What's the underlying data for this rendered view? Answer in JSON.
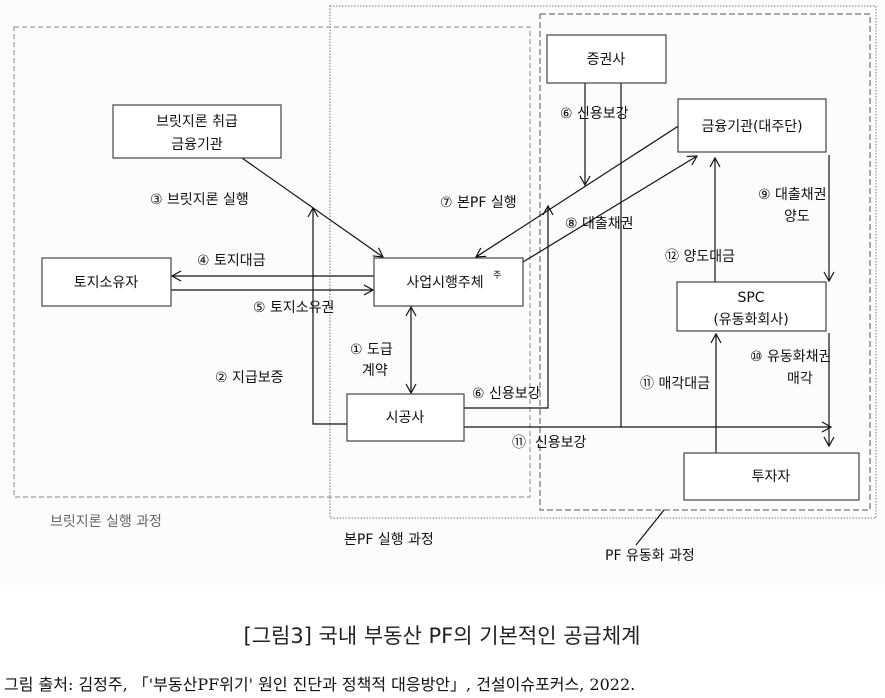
{
  "nodes": {
    "securities": "증권사",
    "bridge_lender_1": "브릿지론 취급",
    "bridge_lender_2": "금융기관",
    "lender": "금융기관(대주단)",
    "landowner": "토지소유자",
    "developer": "사업시행주체",
    "developer_sup": "주",
    "spc_1": "SPC",
    "spc_2": "(유동화회사)",
    "contractor": "시공사",
    "investor": "투자자"
  },
  "flows": {
    "f3": "③ 브릿지론 실행",
    "f7": "⑦ 본PF 실행",
    "f4": "④ 토지대금",
    "f5": "⑤ 토지소유권",
    "f1a": "① 도급",
    "f1b": "계약",
    "f2": "② 지급보증",
    "f6a": "⑥ 신용보강",
    "f6b": "⑥ 신용보강",
    "f8": "⑧ 대출채권",
    "f9a": "⑨ 대출채권",
    "f9b": "양도",
    "f12": "⑫ 양도대금",
    "f10a": "⑩ 유동화채권",
    "f10b": "매각",
    "f11a": "⑪ 매각대금",
    "f11b": "⑪  신용보강"
  },
  "regions": {
    "bridge": "브릿지론 실행 과정",
    "mainpf": "본PF 실행 과정",
    "securitization": "PF 유동화 과정"
  },
  "caption": "[그림3] 국내 부동산 PF의 기본적인 공급체계",
  "source": "그림 출처: 김정주, 「'부동산PF위기' 원인 진단과 정책적 대응방안」, 건설이슈포커스, 2022."
}
